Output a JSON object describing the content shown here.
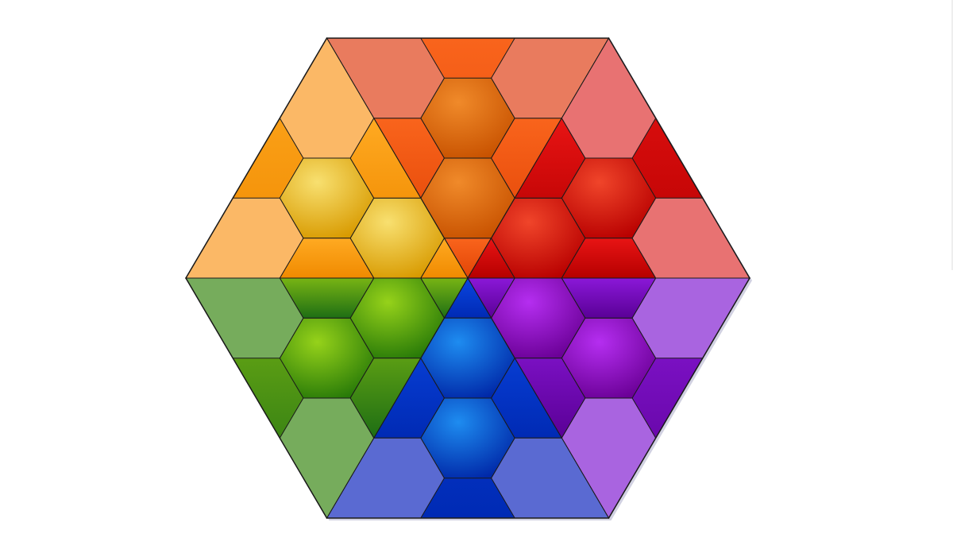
{
  "artwork": {
    "name": "rainbow-hexagon-tessellation",
    "sectors": [
      {
        "id": "orange",
        "hex": [
          "#f08a2a",
          "#c85200"
        ],
        "tri": [
          "#f9641c",
          "#e24506"
        ],
        "trap": "#e97b5e",
        "dir": "top"
      },
      {
        "id": "red",
        "hex": [
          "#f0452a",
          "#b80000"
        ],
        "tri": [
          "#e81414",
          "#b60000"
        ],
        "trap": "#e87272",
        "dir": "top-right"
      },
      {
        "id": "purple",
        "hex": [
          "#b52ef0",
          "#6a0096"
        ],
        "tri": [
          "#8a18d8",
          "#5a0096"
        ],
        "trap": "#a964e0",
        "dir": "bottom-right"
      },
      {
        "id": "blue",
        "hex": [
          "#1e8cf0",
          "#0028a8"
        ],
        "tri": [
          "#0a46e0",
          "#002ab4"
        ],
        "trap": "#5a6ad2",
        "dir": "bottom"
      },
      {
        "id": "green",
        "hex": [
          "#96d21a",
          "#287a08"
        ],
        "tri": [
          "#78b414",
          "#1e6e14"
        ],
        "trap": "#76ac5c",
        "dir": "bottom-left"
      },
      {
        "id": "yellow",
        "hex": [
          "#f8e070",
          "#d89a00"
        ],
        "tri": [
          "#ffaa22",
          "#f08a00"
        ],
        "trap": "#fbb866",
        "dir": "top-left"
      }
    ],
    "outline_color": "#1a1a1a"
  }
}
